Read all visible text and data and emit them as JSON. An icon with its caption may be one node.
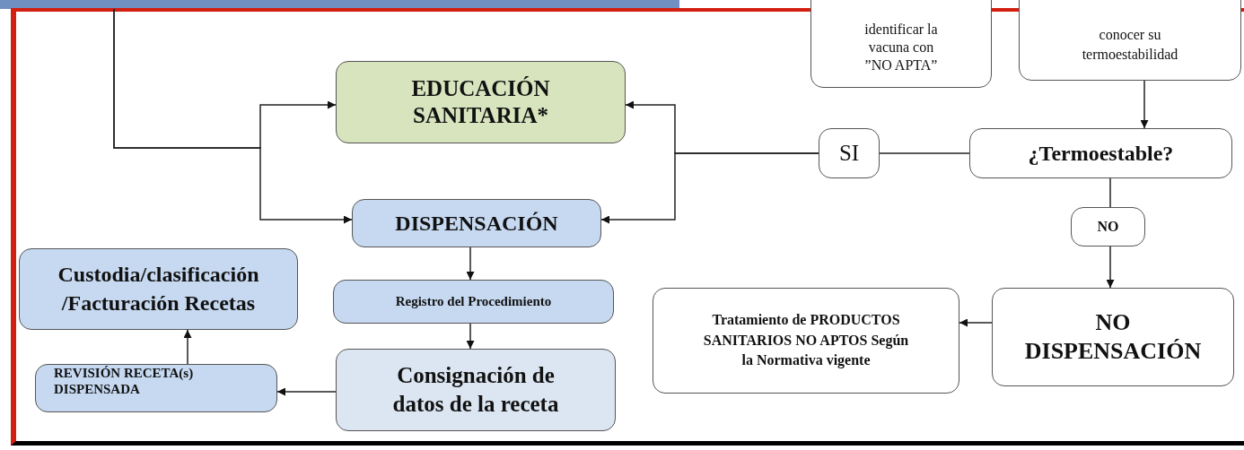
{
  "diagram": {
    "nodes": [
      {
        "text": [
          "identificar la vacuna con ”NO APTA”"
        ]
      },
      {
        "text": [
          "conocer su termoestabilidad"
        ]
      },
      {
        "text": [
          "EDUCACIÓN SANITARIA*"
        ]
      },
      {
        "text": [
          "SI"
        ]
      },
      {
        "text": [
          "¿Termoestable?"
        ]
      },
      {
        "text": [
          "DISPENSACIÓN"
        ]
      },
      {
        "text": [
          "NO"
        ]
      },
      {
        "text": [
          "Custodia/clasificación /Facturación Recetas"
        ]
      },
      {
        "text": [
          "Registro del Procedimiento"
        ]
      },
      {
        "text": [
          "NO DISPENSACIÓN"
        ]
      },
      {
        "text": [
          "Tratamiento de PRODUCTOS SANITARIOS NO APTOS Según la Normativa vigente"
        ]
      },
      {
        "text": [
          "REVISIÓN RECETA(s) DISPENSADA"
        ]
      },
      {
        "text": [
          "Consignación de datos de la receta"
        ]
      }
    ],
    "edges": [
      {
        "from": null,
        "to": 2,
        "arrow": "to"
      },
      {
        "from": null,
        "to": 5,
        "arrow": "to"
      },
      {
        "from": 4,
        "to": 3,
        "arrow": "none"
      },
      {
        "from": 3,
        "to": 2,
        "arrow": "to"
      },
      {
        "from": 3,
        "to": 5,
        "arrow": "to"
      },
      {
        "from": 1,
        "to": 4,
        "arrow": "to"
      },
      {
        "from": 4,
        "to": 6,
        "arrow": "none"
      },
      {
        "from": 6,
        "to": 9,
        "arrow": "to"
      },
      {
        "from": 9,
        "to": 10,
        "arrow": "to"
      },
      {
        "from": 5,
        "to": 8,
        "arrow": "to"
      },
      {
        "from": 8,
        "to": 12,
        "arrow": "to"
      },
      {
        "from": 12,
        "to": 11,
        "arrow": "to"
      },
      {
        "from": 11,
        "to": 7,
        "arrow": "to"
      }
    ]
  }
}
